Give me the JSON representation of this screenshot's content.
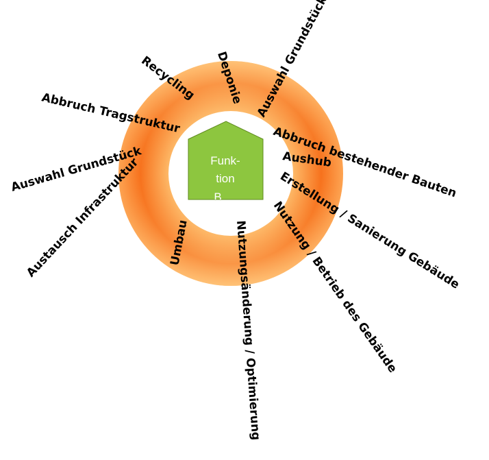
{
  "diagram": {
    "center_label": [
      "Funk-",
      "tion",
      "B"
    ],
    "phases": [
      "Recycling",
      "Deponie",
      "Auswahl Grundstück",
      "Abbruch Tragstruktur",
      "Abbruch bestehender Bauten",
      "Auswahl Grundstück",
      "Aushub",
      "Erstellung / Sanierung Gebäude",
      "Austausch Infrastruktur",
      "Umbau",
      "Nutzung / Betrieb des Gebäude",
      "Nutzungsänderung / Optimierung"
    ],
    "colors": {
      "ring_outer": "#ffc16e",
      "ring_mid": "#f7731f",
      "house_fill": "#8dc63f",
      "house_stroke": "#5e8a1e"
    }
  }
}
